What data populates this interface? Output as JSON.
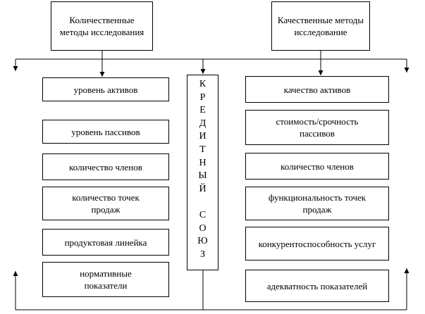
{
  "header_left": "Количественные методы исследования",
  "header_right": "Качественные методы исследование",
  "center_label": "КРЕДИТНЫЙ СОЮЗ",
  "left_items": [
    "уровень активов",
    "уровень пассивов",
    "количество членов",
    "количество точек продаж",
    "продуктовая линейка",
    "нормативные показатели"
  ],
  "right_items": [
    "качество активов",
    "стоимость/срочность пассивов",
    "количество членов",
    "функциональность точек продаж",
    "конкурентоспособность услуг",
    "адекватность показателей"
  ]
}
